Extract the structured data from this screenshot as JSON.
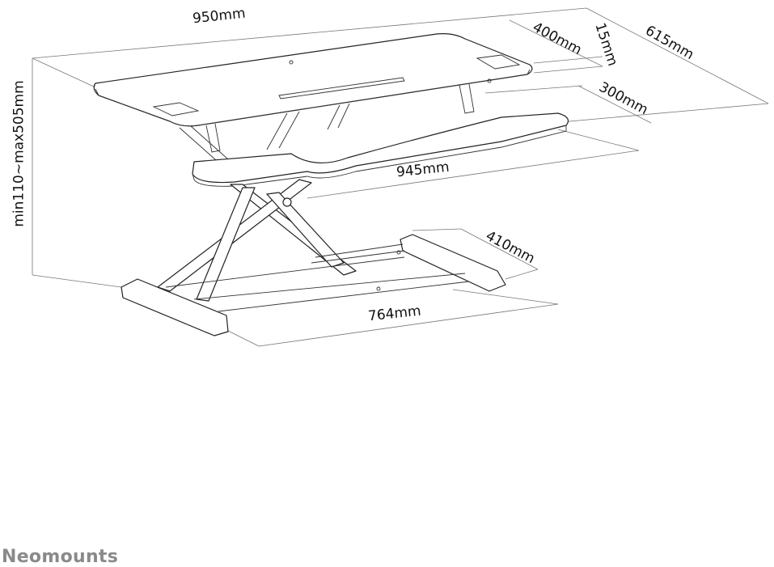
{
  "dimensions": {
    "top_width": "950mm",
    "top_depth": "400mm",
    "top_thickness": "15mm",
    "total_depth": "615mm",
    "keyboard_depth": "300mm",
    "keyboard_width": "945mm",
    "base_depth": "410mm",
    "base_width": "764mm",
    "height_range": "min110~max505mm"
  },
  "brand": "Neomounts"
}
